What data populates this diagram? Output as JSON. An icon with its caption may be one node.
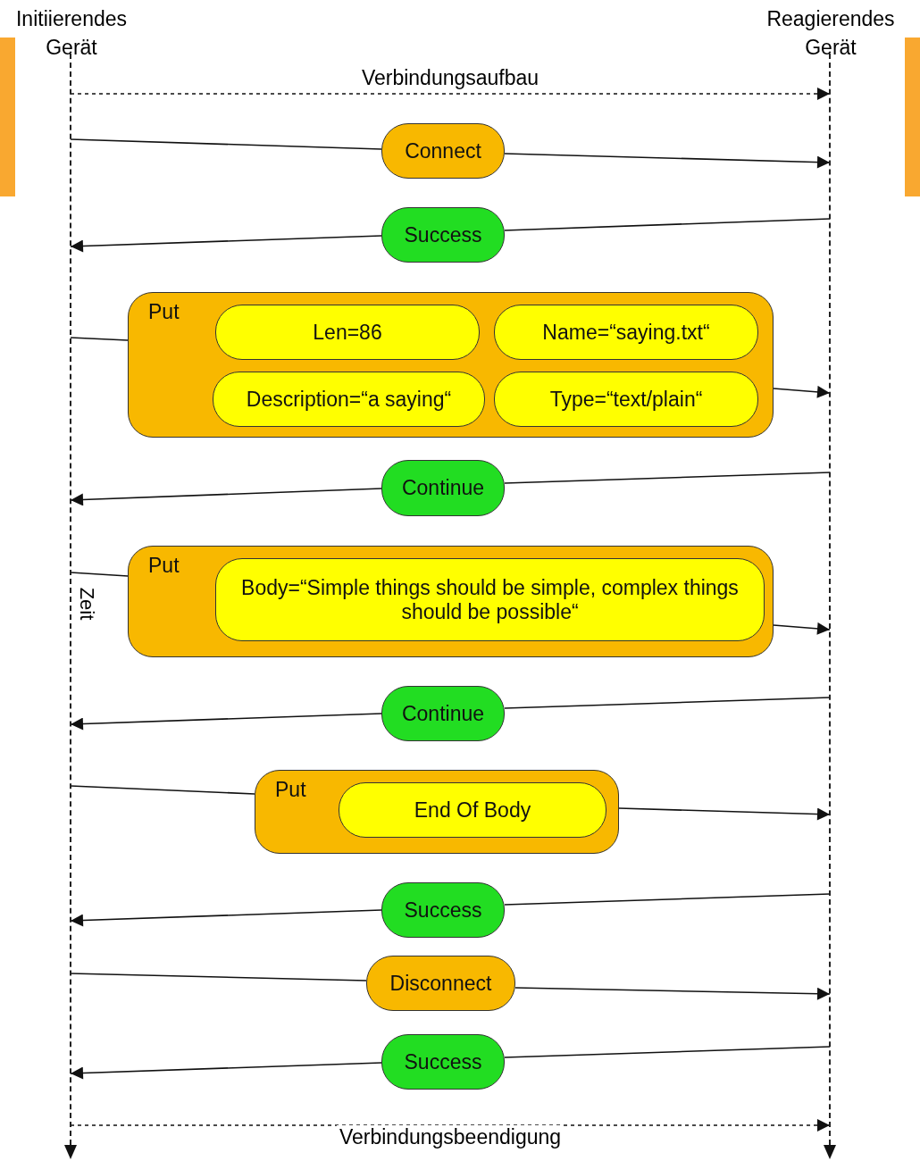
{
  "diagram": {
    "nodes": [
      {
        "text": [
          "Initiierendes Gerät"
        ]
      },
      {
        "text": [
          "Reagierendes Gerät"
        ]
      },
      {
        "text": [
          "Connect"
        ]
      },
      {
        "text": [
          "Success"
        ]
      },
      {
        "text": [
          "Put"
        ]
      },
      {
        "text": [
          "Len=86"
        ],
        "in": 4
      },
      {
        "text": [
          "Name=“saying.txt“"
        ],
        "in": 4
      },
      {
        "text": [
          "Description=“a saying“"
        ],
        "in": 4
      },
      {
        "text": [
          "Type=“text/plain“"
        ],
        "in": 4
      },
      {
        "text": [
          "Continue"
        ]
      },
      {
        "text": [
          "Put"
        ]
      },
      {
        "text": [
          "Body=“Simple things should be simple, complex things should be possible“"
        ],
        "in": 10
      },
      {
        "text": [
          "Continue"
        ]
      },
      {
        "text": [
          "Put"
        ]
      },
      {
        "text": [
          "End Of Body"
        ],
        "in": 13
      },
      {
        "text": [
          "Success"
        ]
      },
      {
        "text": [
          "Disconnect"
        ]
      },
      {
        "text": [
          "Success"
        ]
      },
      {
        "text": [],
        "shape": "bar"
      },
      {
        "text": [],
        "shape": "bar"
      }
    ],
    "edges": [
      {
        "from": 0,
        "to": 1,
        "arrow": "to",
        "style": "dashed",
        "label": "Verbindungsaufbau"
      },
      {
        "from": 0,
        "to": 2,
        "arrow": "none"
      },
      {
        "from": 2,
        "to": 1,
        "arrow": "to"
      },
      {
        "from": 1,
        "to": 3,
        "arrow": "none"
      },
      {
        "from": 3,
        "to": 0,
        "arrow": "to"
      },
      {
        "from": 0,
        "to": 4,
        "arrow": "none"
      },
      {
        "from": 4,
        "to": 1,
        "arrow": "to"
      },
      {
        "from": 1,
        "to": 9,
        "arrow": "none"
      },
      {
        "from": 9,
        "to": 0,
        "arrow": "to"
      },
      {
        "from": 0,
        "to": 10,
        "arrow": "none"
      },
      {
        "from": 10,
        "to": 1,
        "arrow": "to"
      },
      {
        "from": 1,
        "to": 12,
        "arrow": "none"
      },
      {
        "from": 12,
        "to": 0,
        "arrow": "to"
      },
      {
        "from": 0,
        "to": 13,
        "arrow": "none"
      },
      {
        "from": 13,
        "to": 1,
        "arrow": "to"
      },
      {
        "from": 1,
        "to": 15,
        "arrow": "none"
      },
      {
        "from": 15,
        "to": 0,
        "arrow": "to"
      },
      {
        "from": 0,
        "to": 16,
        "arrow": "none"
      },
      {
        "from": 16,
        "to": 1,
        "arrow": "to"
      },
      {
        "from": 1,
        "to": 17,
        "arrow": "none"
      },
      {
        "from": 17,
        "to": 0,
        "arrow": "to"
      },
      {
        "from": 0,
        "to": 1,
        "arrow": "to",
        "style": "dashed",
        "label": "Verbindungsbeendigung"
      }
    ],
    "labels": [
      "Zeit"
    ]
  }
}
